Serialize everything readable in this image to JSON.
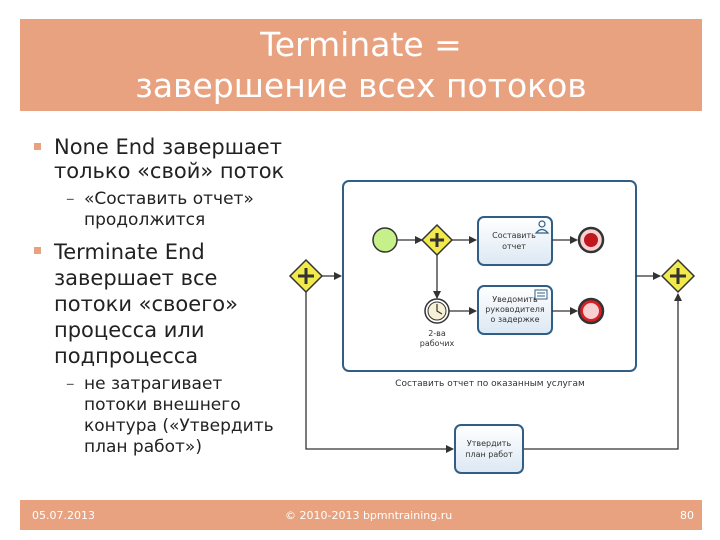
{
  "title": {
    "line1": "Terminate =",
    "line2": "завершение всех потоков"
  },
  "bullets": [
    {
      "lines": [
        "None End завершает",
        "только «свой» поток"
      ],
      "sub": [
        "«Составить отчет»",
        "продолжится"
      ]
    },
    {
      "lines": [
        "Terminate End",
        "завершает все",
        "потоки «своего»",
        "процесса или",
        "подпроцесса"
      ],
      "sub": [
        "не затрагивает",
        "потоки внешнего",
        "контура («Утвердить",
        "план работ»)"
      ]
    }
  ],
  "diagram": {
    "task_report": [
      "Составить",
      "отчет"
    ],
    "task_notify": [
      "Уведомить",
      "руководителя",
      "о задержке"
    ],
    "timer_label": [
      "2-ва",
      "рабочих"
    ],
    "subprocess_caption": "Составить отчет по оказанным услугам",
    "task_approve": [
      "Утвердить",
      "план работ"
    ],
    "colors": {
      "gateway": "#f2e94a",
      "task_fill": "#e3eef7",
      "task_border": "#2f5f86",
      "end_terminate": "#c0161e",
      "end_none": "#d81e26",
      "start": "#c6f08a"
    }
  },
  "footer": {
    "date": "05.07.2013",
    "copyright": "© 2010-2013 bpmntraining.ru",
    "page": "80"
  }
}
